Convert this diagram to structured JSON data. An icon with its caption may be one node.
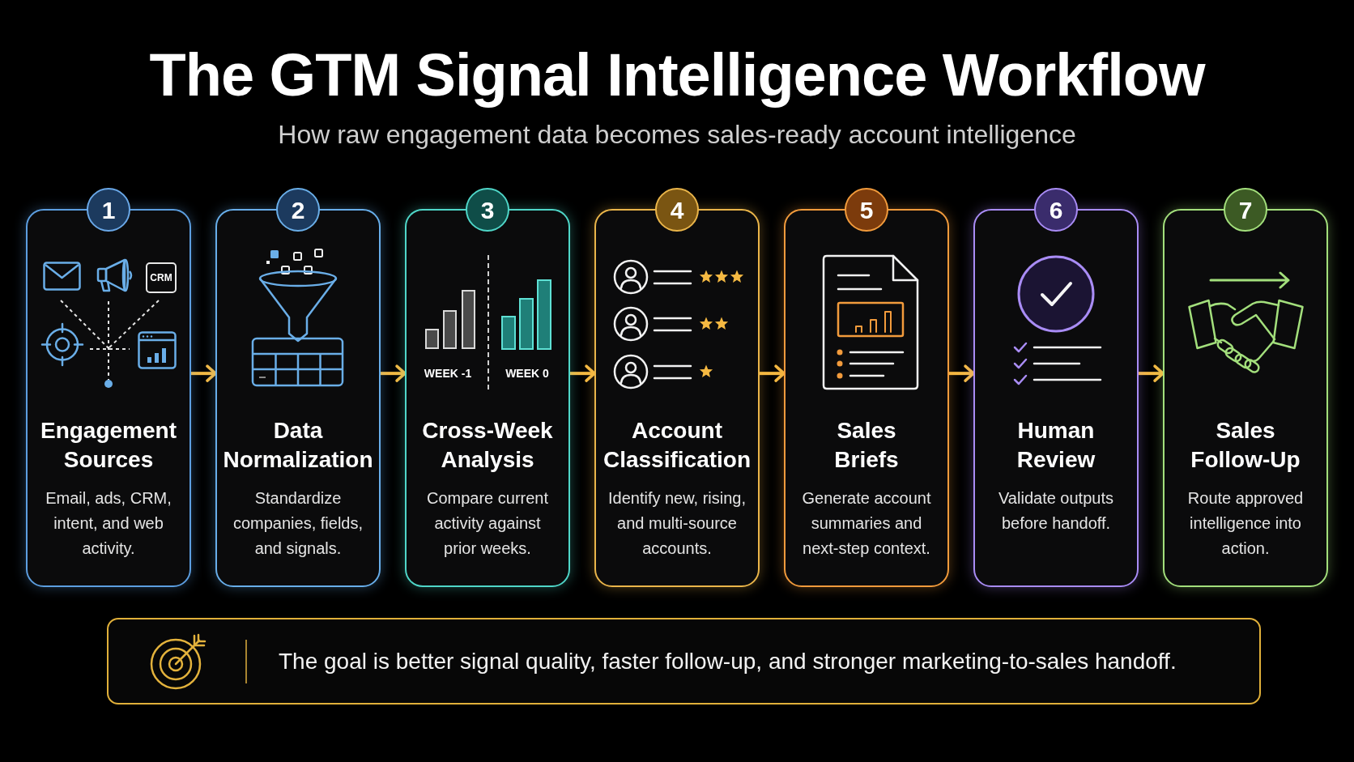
{
  "diagram": {
    "title": "The GTM Signal Intelligence Workflow",
    "nodes": [
      {
        "text": [
          "1",
          "Engagement Sources",
          "Email, ads, CRM, intent, and web activity."
        ]
      },
      {
        "text": [
          "2",
          "Data Normalization",
          "Standardize companies, fields, and signals."
        ]
      },
      {
        "text": [
          "3",
          "Cross-Week Analysis",
          "Compare current activity against prior weeks."
        ]
      },
      {
        "text": [
          "4",
          "Account Classification",
          "Identify new, rising, and multi-source accounts."
        ]
      },
      {
        "text": [
          "5",
          "Sales Briefs",
          "Generate account summaries and next-step context."
        ]
      },
      {
        "text": [
          "6",
          "Human Review",
          "Validate outputs before handoff."
        ]
      },
      {
        "text": [
          "7",
          "Sales Follow-Up",
          "Route approved intelligence into action."
        ]
      },
      {
        "text": [
          "The goal is better signal quality, faster follow-up, and stronger marketing-to-sales handoff."
        ]
      }
    ],
    "edges": [
      {
        "from": 0,
        "to": 1,
        "arrow": "to"
      },
      {
        "from": 1,
        "to": 2,
        "arrow": "to"
      },
      {
        "from": 2,
        "to": 3,
        "arrow": "to"
      },
      {
        "from": 3,
        "to": 4,
        "arrow": "to"
      },
      {
        "from": 4,
        "to": 5,
        "arrow": "to"
      },
      {
        "from": 5,
        "to": 6,
        "arrow": "to"
      }
    ],
    "labels": [
      "How raw engagement data becomes sales-ready account intelligence",
      "CRM",
      "WEEK -1",
      "WEEK 0"
    ]
  }
}
